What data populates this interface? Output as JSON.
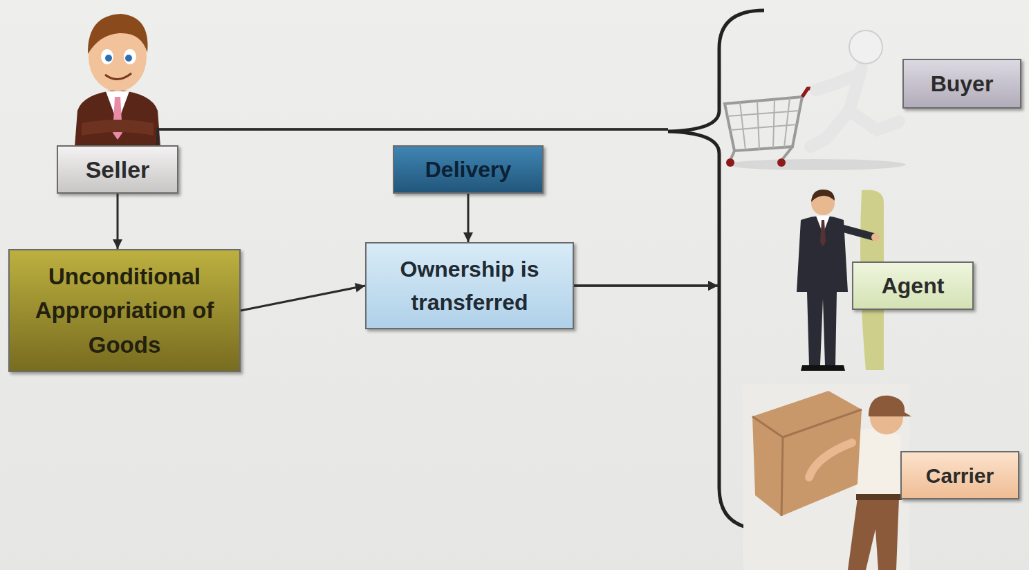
{
  "diagram": {
    "nodes": [
      {
        "text": [
          "Seller"
        ]
      },
      {
        "text": [
          "Delivery"
        ]
      },
      {
        "text": [
          "Buyer"
        ]
      },
      {
        "text": [
          "Unconditional Appropriation of Goods"
        ]
      },
      {
        "text": [
          "Ownership is transferred"
        ]
      },
      {
        "text": [
          "Agent"
        ]
      },
      {
        "text": [
          "Carrier"
        ]
      }
    ],
    "edges": [
      {
        "from": 0,
        "to": 3,
        "arrow": "to"
      },
      {
        "from": 1,
        "to": 4,
        "arrow": "to"
      },
      {
        "from": 3,
        "to": 4,
        "arrow": "to"
      },
      {
        "from": 0,
        "to": 2,
        "arrow": "none"
      },
      {
        "from": 0,
        "to": 5,
        "arrow": "none"
      },
      {
        "from": 0,
        "to": 6,
        "arrow": "none"
      },
      {
        "from": 4,
        "to": 2,
        "arrow": "to"
      },
      {
        "from": 4,
        "to": 5,
        "arrow": "to"
      },
      {
        "from": 4,
        "to": 6,
        "arrow": "to"
      }
    ]
  }
}
